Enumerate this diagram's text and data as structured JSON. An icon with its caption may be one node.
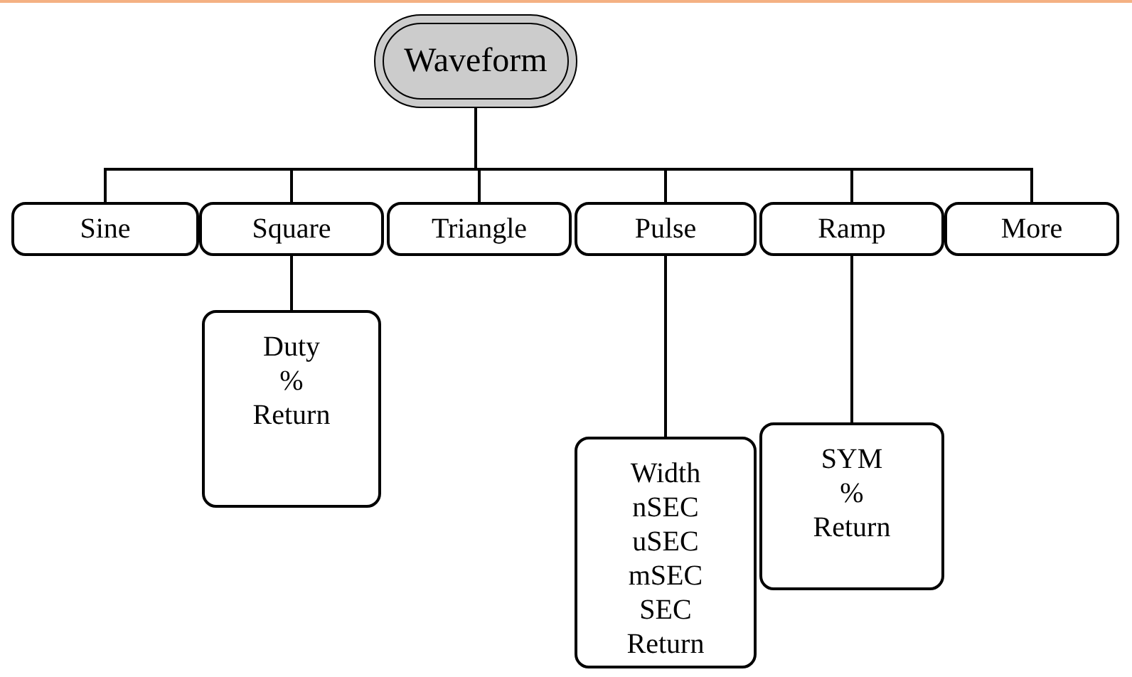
{
  "diagram": {
    "nodes": [
      {
        "text": [
          "Waveform"
        ]
      },
      {
        "text": [
          "Sine"
        ]
      },
      {
        "text": [
          "Square"
        ]
      },
      {
        "text": [
          "Triangle"
        ]
      },
      {
        "text": [
          "Pulse"
        ]
      },
      {
        "text": [
          "Ramp"
        ]
      },
      {
        "text": [
          "More"
        ]
      },
      {
        "text": [
          "Duty",
          "%",
          "Return"
        ]
      },
      {
        "text": [
          "Width",
          "nSEC",
          "uSEC",
          "mSEC",
          "SEC",
          "Return"
        ]
      },
      {
        "text": [
          "SYM",
          "%",
          "Return"
        ]
      }
    ],
    "edges": [
      {
        "from": 0,
        "to": 1,
        "arrow": "none"
      },
      {
        "from": 0,
        "to": 2,
        "arrow": "none"
      },
      {
        "from": 0,
        "to": 3,
        "arrow": "none"
      },
      {
        "from": 0,
        "to": 4,
        "arrow": "none"
      },
      {
        "from": 0,
        "to": 5,
        "arrow": "none"
      },
      {
        "from": 0,
        "to": 6,
        "arrow": "none"
      },
      {
        "from": 2,
        "to": 7,
        "arrow": "none"
      },
      {
        "from": 4,
        "to": 8,
        "arrow": "none"
      },
      {
        "from": 5,
        "to": 9,
        "arrow": "none"
      }
    ]
  }
}
